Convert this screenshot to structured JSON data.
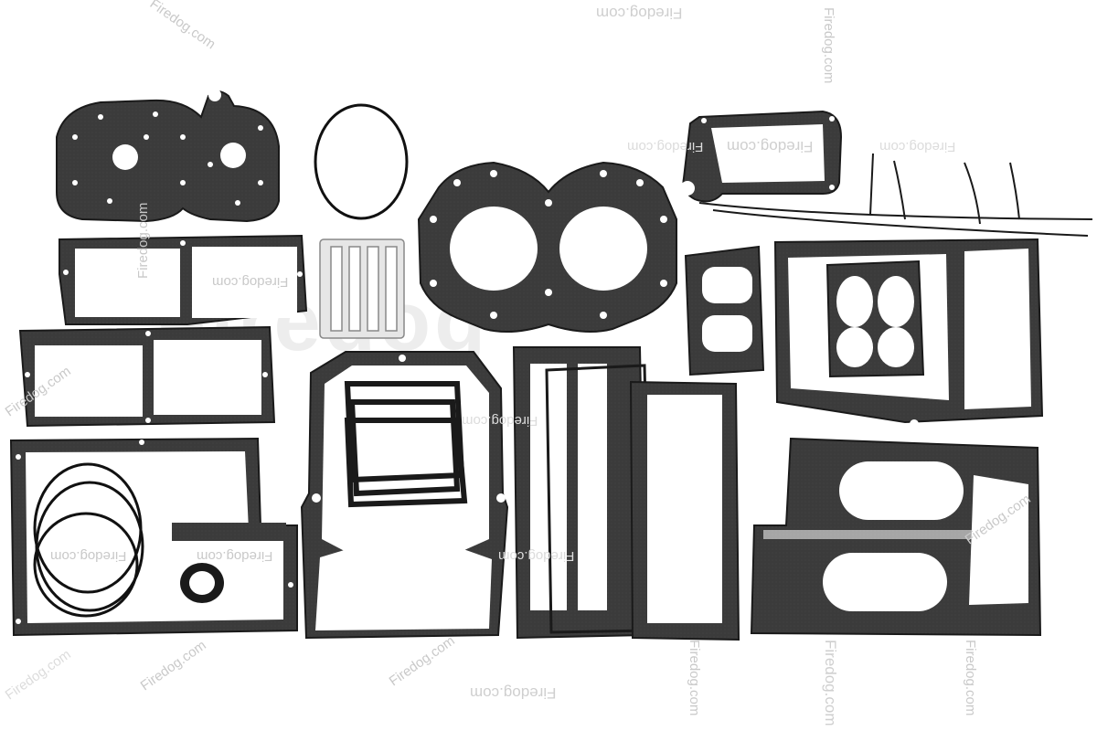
{
  "photo": {
    "subject": "gasket-kit",
    "background_color": "#ffffff",
    "gasket_color": "#3a3a3a",
    "gasket_edge_color": "#1a1a1a",
    "ring_color": "#111111",
    "watermark_color": "#c9c9c9"
  },
  "watermark": {
    "brand_text": "Firedog.com",
    "large_text": "Firedog"
  }
}
